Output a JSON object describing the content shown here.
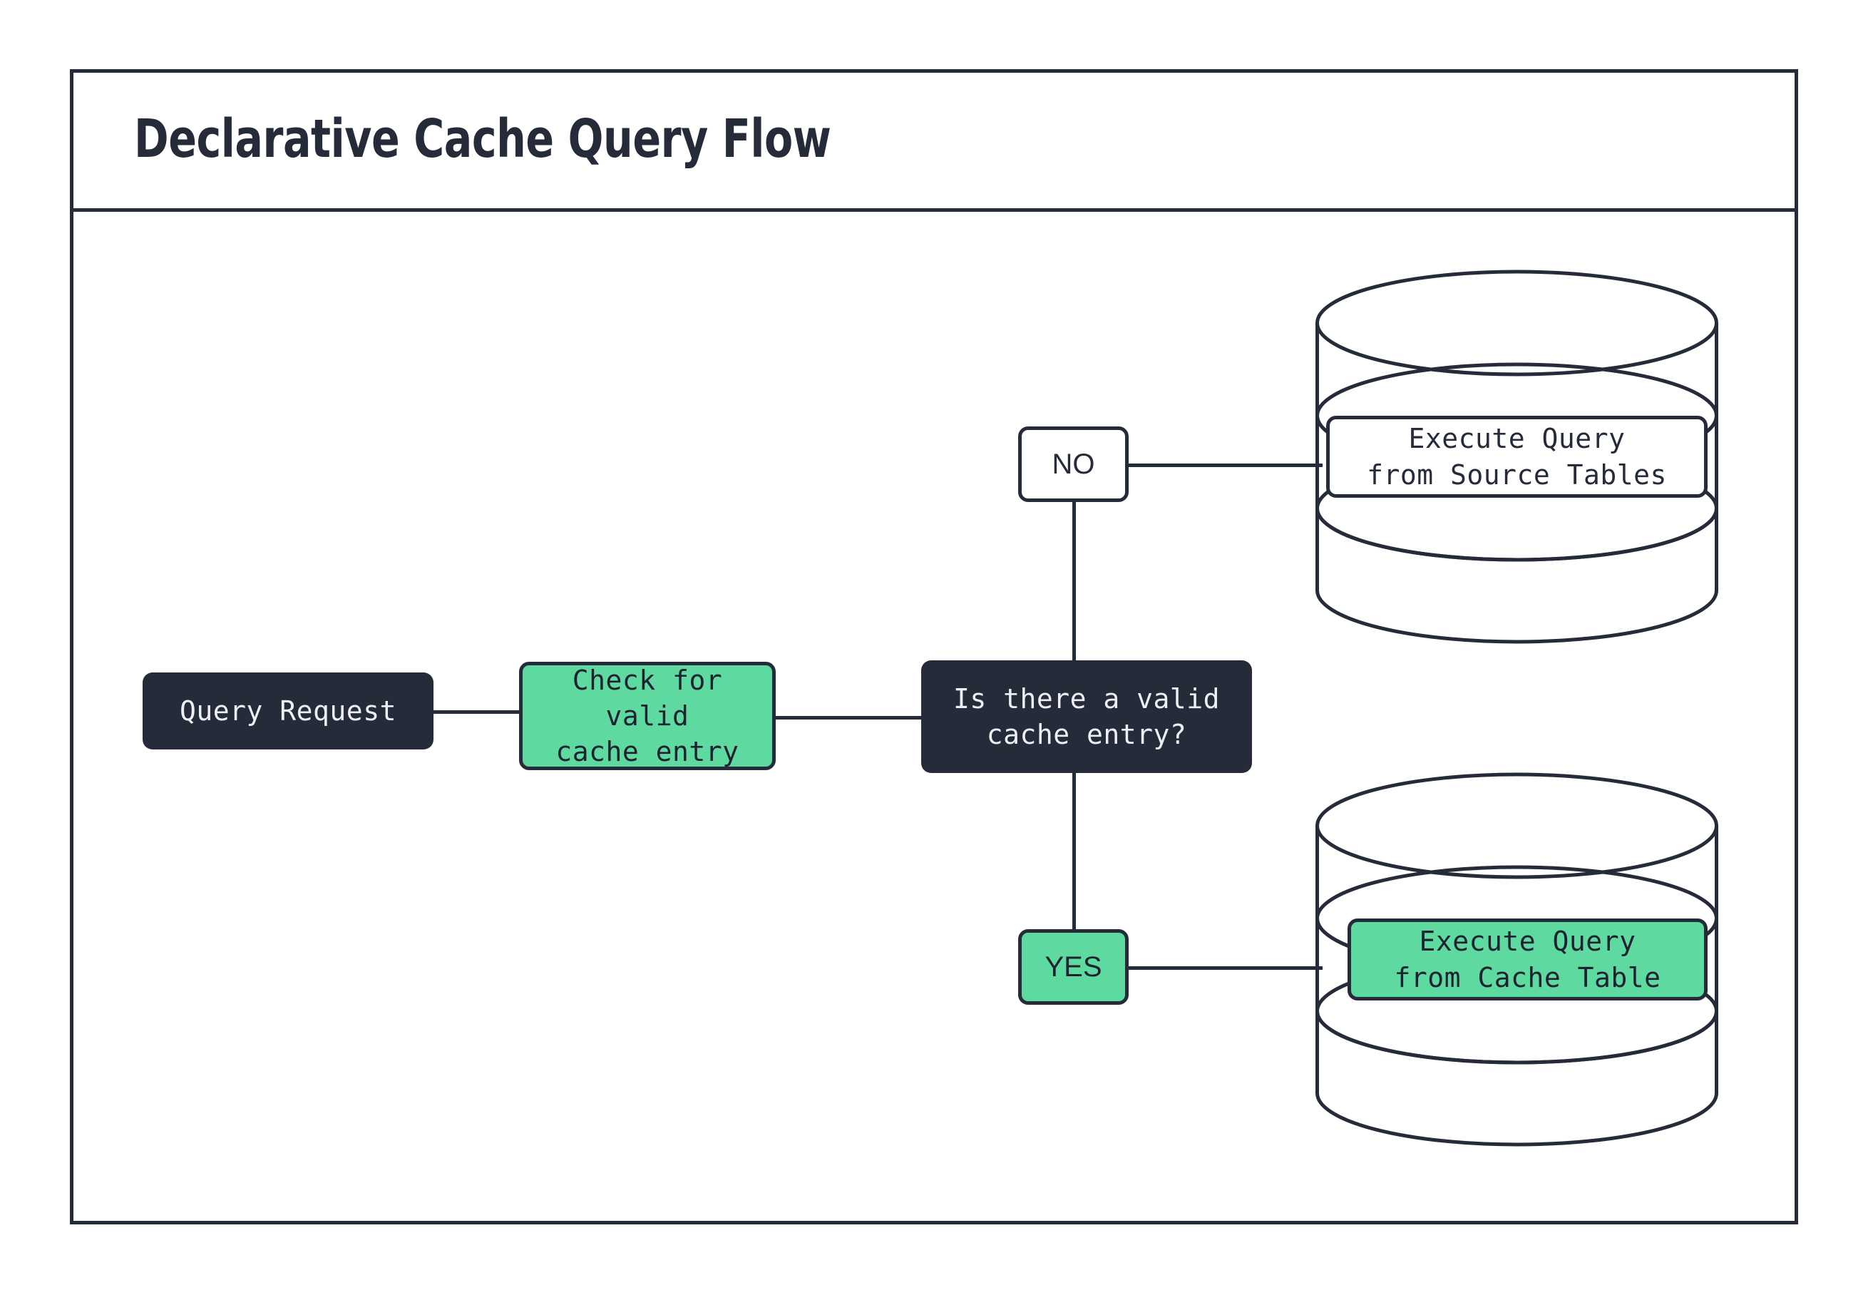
{
  "diagram": {
    "title": "Declarative Cache Query Flow",
    "colors": {
      "dark": "#262b3a",
      "green": "#5ed9a0",
      "white": "#ffffff",
      "text_light": "#eceff4"
    },
    "nodes": {
      "query_request": {
        "label": "Query Request",
        "style": "dark",
        "shape": "rounded-rect"
      },
      "check_cache": {
        "label": "Check for valid\ncache entry",
        "style": "green",
        "shape": "rounded-rect"
      },
      "decision": {
        "label": "Is there a valid\ncache entry?",
        "style": "dark",
        "shape": "rounded-rect"
      },
      "source_db": {
        "label": "Execute Query\nfrom Source Tables",
        "style": "white",
        "shape": "cylinder"
      },
      "cache_db": {
        "label": "Execute Query\nfrom Cache Table",
        "style": "green",
        "shape": "cylinder"
      }
    },
    "branches": {
      "no": {
        "label": "NO",
        "style": "white"
      },
      "yes": {
        "label": "YES",
        "style": "green"
      }
    },
    "edges": [
      {
        "from": "query_request",
        "to": "check_cache"
      },
      {
        "from": "check_cache",
        "to": "decision"
      },
      {
        "from": "decision",
        "to": "no"
      },
      {
        "from": "no",
        "to": "source_db"
      },
      {
        "from": "decision",
        "to": "yes"
      },
      {
        "from": "yes",
        "to": "cache_db"
      }
    ]
  }
}
